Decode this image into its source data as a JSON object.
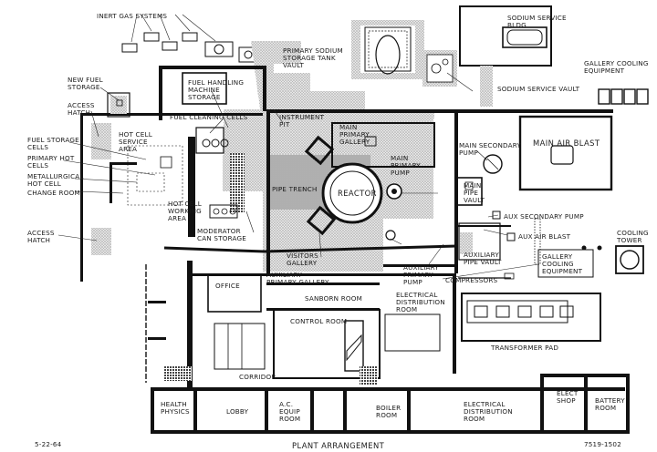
{
  "title": "PLANT ARRANGEMENT",
  "date": "5-22-64",
  "drawing_number": "7519-1502",
  "labels": {
    "inert_gas": "INERT GAS SYSTEMS",
    "sodium_bldg_1": "SODIUM SERVICE",
    "sodium_bldg_2": "BLDG",
    "gallery_cool_1": "GALLERY COOLING",
    "gallery_cool_2": "EQUIPMENT",
    "primary_tank_1": "PRIMARY SODIUM",
    "primary_tank_2": "STORAGE TANK",
    "primary_tank_3": "VAULT",
    "sodium_vault": "SODIUM SERVICE VAULT",
    "new_fuel_1": "NEW FUEL",
    "new_fuel_2": "STORAGE",
    "access_hatch_1": "ACCESS",
    "access_hatch_2": "HATCH",
    "fuel_machine_1": "FUEL HANDLING",
    "fuel_machine_2": "MACHINE",
    "fuel_machine_3": "STORAGE",
    "fuel_cleaning": "FUEL CLEANING CELLS",
    "hot_cell_service_1": "HOT CELL",
    "hot_cell_service_2": "SERVICE",
    "hot_cell_service_3": "AREA",
    "instrument_pit_1": "INSTRUMENT",
    "instrument_pit_2": "PIT",
    "main_primary_gallery_1": "MAIN",
    "main_primary_gallery_2": "PRIMARY",
    "main_primary_gallery_3": "GALLERY",
    "main_primary_pump_1": "MAIN",
    "main_primary_pump_2": "PRIMARY",
    "main_primary_pump_3": "PUMP",
    "main_secondary_pump_1": "MAIN SECONDARY",
    "main_secondary_pump_2": "PUMP",
    "main_air_blast": "MAIN AIR BLAST",
    "fuel_storage_cells_1": "FUEL STORAGE",
    "fuel_storage_cells_2": "CELLS",
    "primary_hot_cells_1": "PRIMARY HOT",
    "primary_hot_cells_2": "CELLS",
    "metallurgical_1": "METALLURGICAL",
    "metallurgical_2": "HOT CELL",
    "change_room": "CHANGE ROOM",
    "pipe_trench": "PIPE TRENCH",
    "reactor": "REACTOR",
    "main_pipe_vault_1": "MAIN",
    "main_pipe_vault_2": "PIPE",
    "main_pipe_vault_3": "VAULT",
    "aux_secondary_pump": "AUX SECONDARY PUMP",
    "hot_cell_working_1": "HOT CELL",
    "hot_cell_working_2": "WORKING",
    "hot_cell_working_3": "AREA",
    "moderator_1": "MODERATOR",
    "moderator_2": "CAN STORAGE",
    "aux_air_blast": "AUX AIR BLAST",
    "cooling_tower_1": "COOLING",
    "cooling_tower_2": "TOWER",
    "access_hatch2_1": "ACCESS",
    "access_hatch2_2": "HATCH",
    "visitors_1": "VISITORS",
    "visitors_2": "GALLERY",
    "aux_pipe_vault_1": "AUXILIARY",
    "aux_pipe_vault_2": "PIPE VAULT",
    "gallery_cool2_1": "GALLERY",
    "gallery_cool2_2": "COOLING",
    "gallery_cool2_3": "EQUIPMENT",
    "aux_primary_gallery_1": "AUXILIARY",
    "aux_primary_gallery_2": "PRIMARY GALLERY",
    "aux_primary_pump_1": "AUXILIARY",
    "aux_primary_pump_2": "PRIMARY",
    "aux_primary_pump_3": "PUMP",
    "compressors": "COMPRESSORS",
    "office": "OFFICE",
    "electrical_dist_1": "ELECTRICAL",
    "electrical_dist_2": "DISTRIBUTION",
    "electrical_dist_3": "ROOM",
    "sanborn_room": "SANBORN ROOM",
    "control_room": "CONTROL ROOM",
    "transformer_pad": "TRANSFORMER PAD",
    "corridor": "CORRIDOR",
    "health_1": "HEALTH",
    "health_2": "PHYSICS",
    "lobby": "LOBBY",
    "ac_equip_1": "A.C.",
    "ac_equip_2": "EQUIP",
    "ac_equip_3": "ROOM",
    "boiler_1": "BOILER",
    "boiler_2": "ROOM",
    "elec_dist_room_1": "ELECTRICAL",
    "elec_dist_room_2": "DISTRIBUTION",
    "elec_dist_room_3": "ROOM",
    "elect_shop_1": "ELECT",
    "elect_shop_2": "SHOP",
    "battery_1": "BATTERY",
    "battery_2": "ROOM"
  }
}
